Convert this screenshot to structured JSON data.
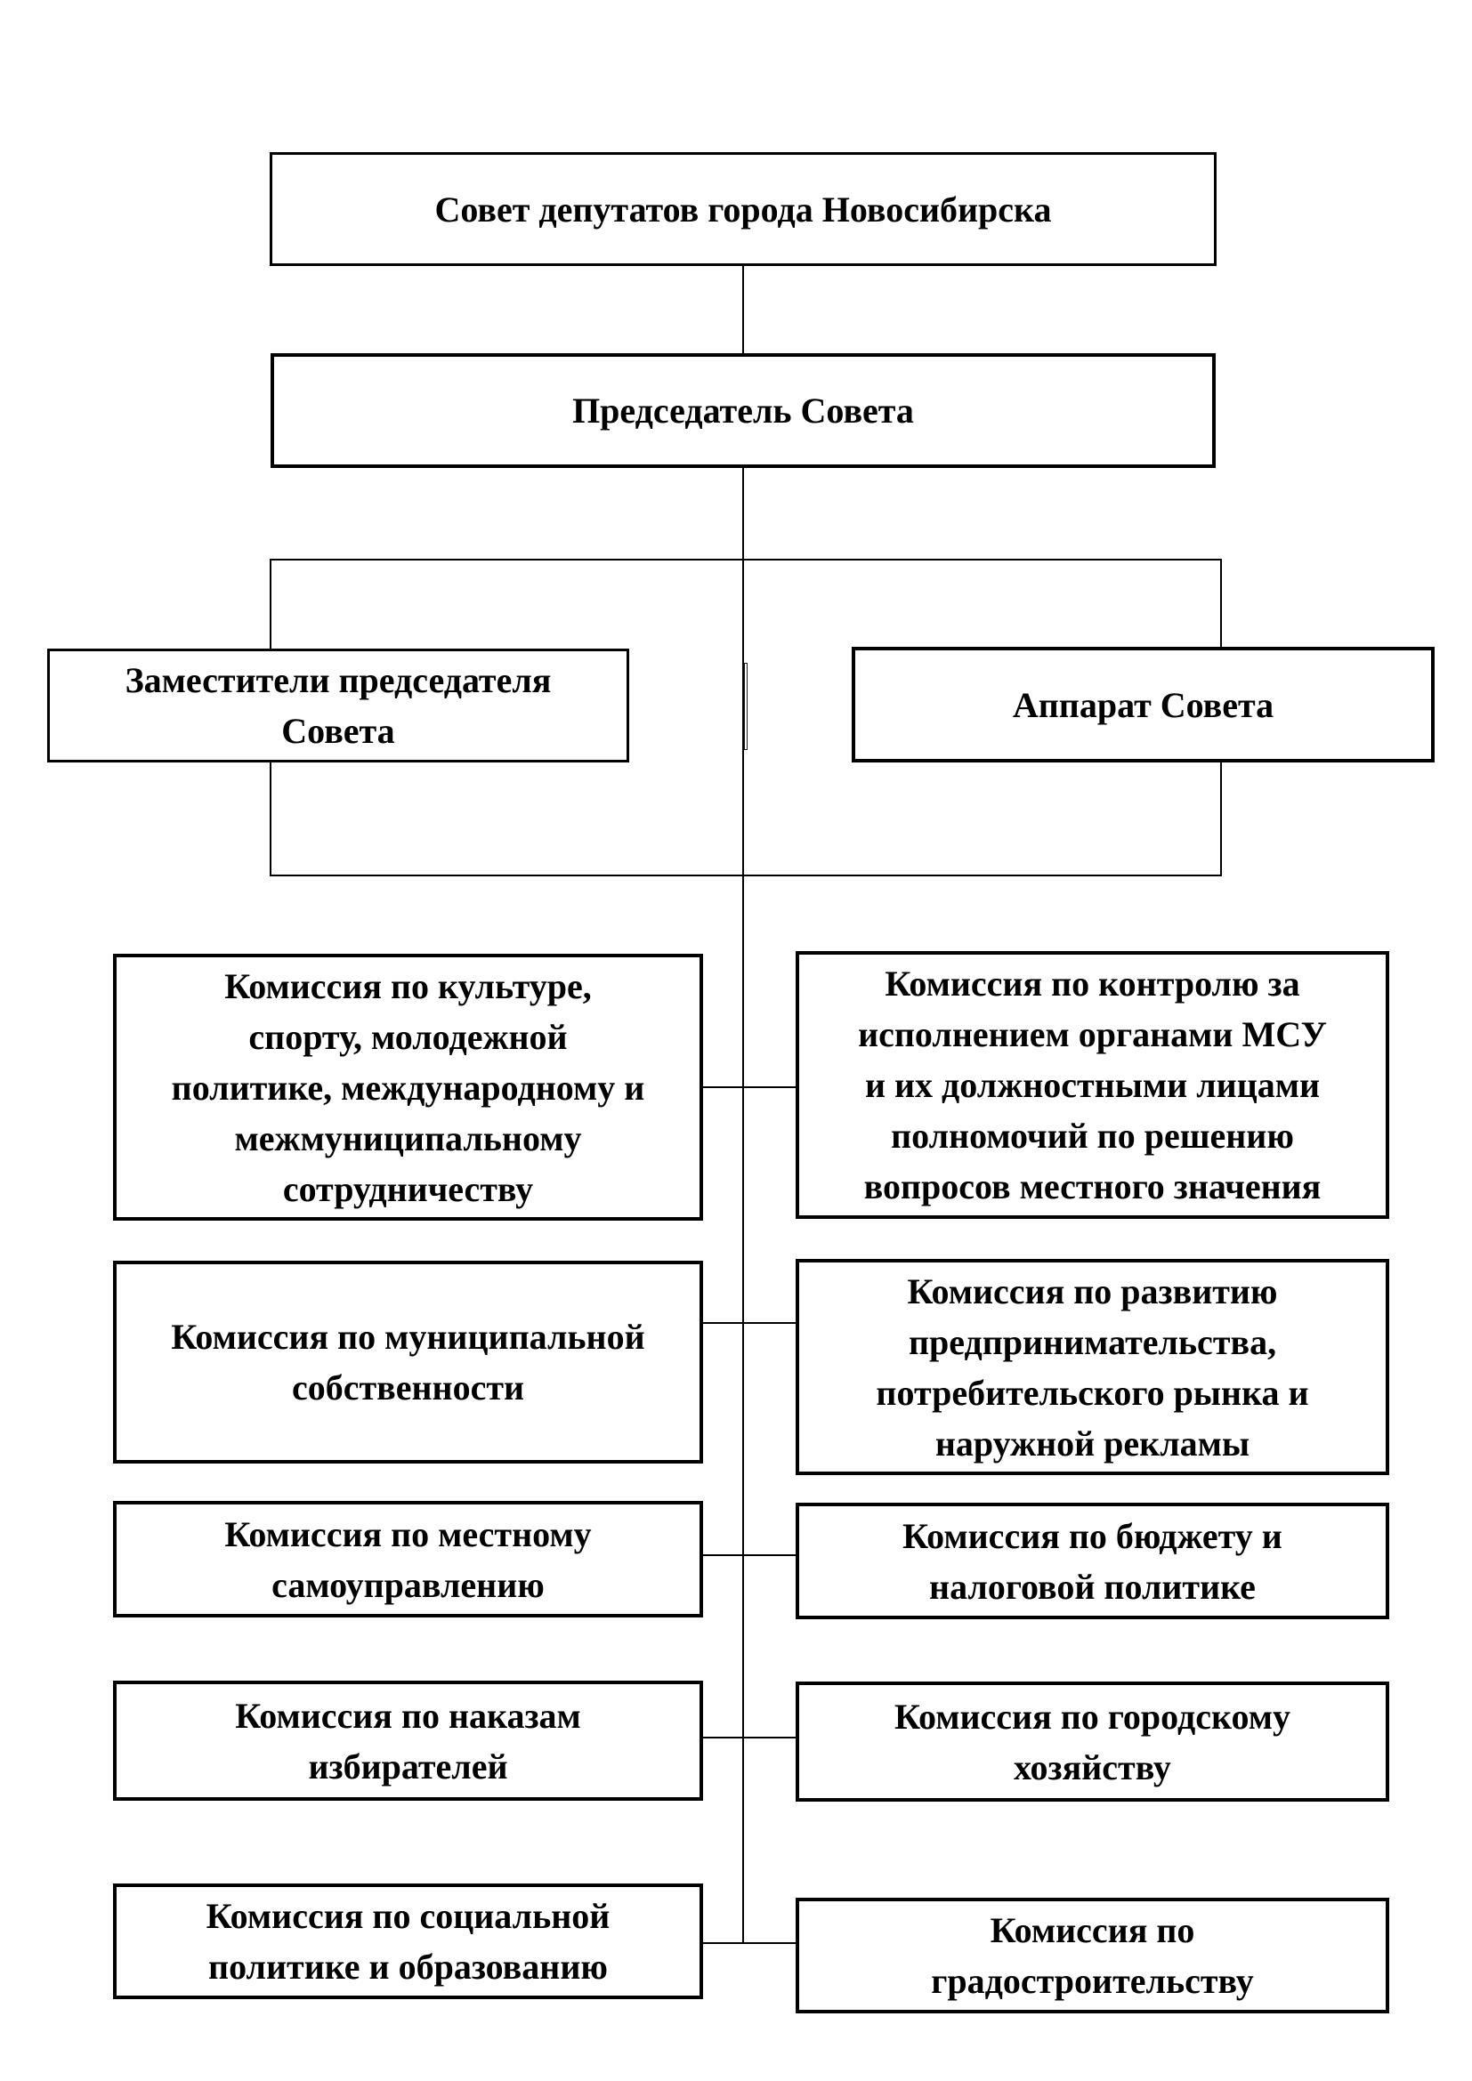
{
  "org_chart": {
    "council": "Совет депутатов города Новосибирска",
    "chairman": "Председатель Совета",
    "deputy_chairmen": "Заместители председателя\nСовета",
    "apparatus": "Аппарат Совета",
    "commissions_left": [
      "Комиссия по культуре,\nспорту, молодежной\nполитике, международному и\nмежмуниципальному\nсотрудничеству",
      "Комиссия по муниципальной\nсобственности",
      "Комиссия по местному\nсамоуправлению",
      "Комиссия по наказам\nизбирателей",
      "Комиссия по социальной\nполитике и образованию"
    ],
    "commissions_right": [
      "Комиссия по контролю за\nисполнением органами МСУ\nи их должностными лицами\nполномочий по решению\nвопросов местного значения",
      "Комиссия по развитию\nпредпринимательства,\nпотребительского рынка и\nнаружной рекламы",
      "Комиссия по бюджету и\nналоговой политике",
      "Комиссия по городскому\nхозяйству",
      "Комиссия по\nградостроительству"
    ],
    "colors": {
      "ink": "#000000",
      "background": "#ffffff"
    }
  }
}
